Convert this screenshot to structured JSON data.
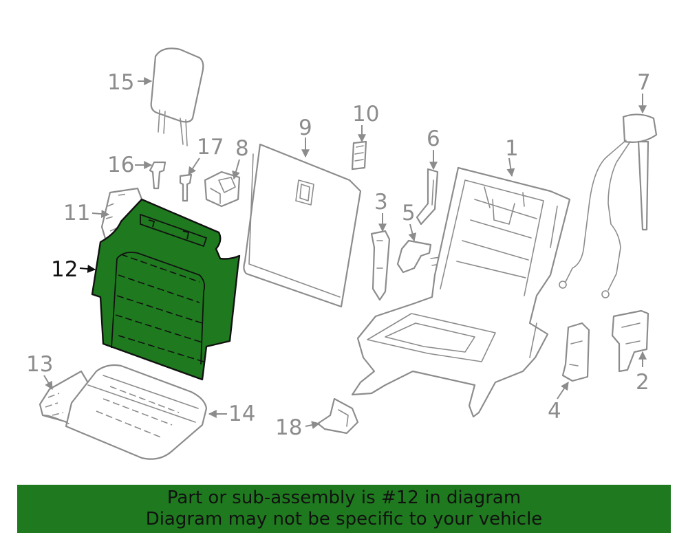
{
  "callouts": {
    "c1": "1",
    "c2": "2",
    "c3": "3",
    "c4": "4",
    "c5": "5",
    "c6": "6",
    "c7": "7",
    "c8": "8",
    "c9": "9",
    "c10": "10",
    "c11": "11",
    "c12": "12",
    "c13": "13",
    "c14": "14",
    "c15": "15",
    "c16": "16",
    "c17": "17",
    "c18": "18"
  },
  "highlighted_part": "12",
  "colors": {
    "highlight": "#1f7a1f",
    "line": "#8c8c8c",
    "highlight_outline": "#111111"
  },
  "banner": {
    "line1": "Part or sub-assembly is #12 in diagram",
    "line2": "Diagram may not be specific to your vehicle"
  }
}
